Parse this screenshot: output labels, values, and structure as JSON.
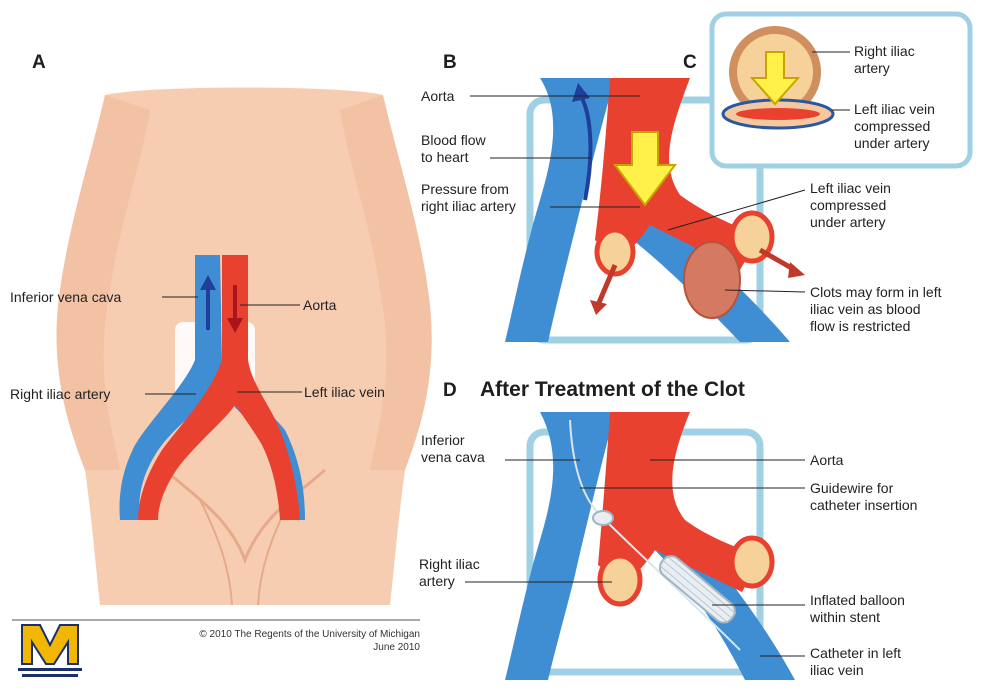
{
  "panels": {
    "a": {
      "letter": "A",
      "labels": {
        "inferior_vena_cava": "Inferior vena cava",
        "aorta": "Aorta",
        "right_iliac_artery": "Right iliac artery",
        "left_iliac_vein": "Left iliac vein"
      }
    },
    "b": {
      "letter": "B",
      "labels": {
        "aorta": "Aorta",
        "blood_flow": "Blood flow\nto heart",
        "pressure": "Pressure from\nright iliac artery",
        "left_iliac_vein_compressed": "Left iliac vein\ncompressed\nunder artery",
        "clots": "Clots may form in left\niliac vein as blood\nflow is restricted"
      }
    },
    "c": {
      "letter": "C",
      "labels": {
        "right_iliac_artery": "Right iliac\nartery",
        "left_iliac_vein": "Left iliac vein\ncompressed\nunder artery"
      }
    },
    "d": {
      "letter": "D",
      "title": "After Treatment of the Clot",
      "labels": {
        "inferior_vena_cava": "Inferior\nvena cava",
        "aorta": "Aorta",
        "guidewire": "Guidewire for\ncatheter insertion",
        "right_iliac_artery": "Right iliac\nartery",
        "balloon": "Inflated balloon\nwithin stent",
        "catheter": "Catheter in left\niliac vein"
      }
    }
  },
  "footer": {
    "logo_letter": "M",
    "copyright": "© 2010 The Regents of the University of Michigan\nJune 2010"
  },
  "colors": {
    "artery": "#e8412f",
    "vein": "#3f8ed4",
    "skin": "#f7cdb2",
    "frame": "#9fd0e4",
    "arrow_yellow": "#fff14a",
    "logo_gold": "#f2b705",
    "logo_blue": "#1b2f6b"
  }
}
